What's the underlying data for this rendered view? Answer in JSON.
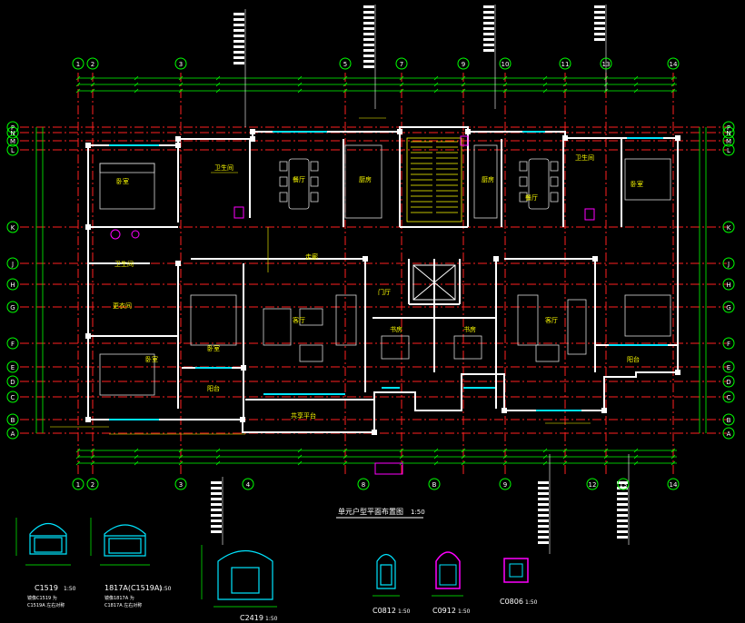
{
  "colors": {
    "background": "#000000",
    "axis_line": "#ff2020",
    "wall": "#ffffff",
    "dimension": "#00ff00",
    "window": "#00e5ff",
    "furniture": "#d8d8d8",
    "annotation": "#ffff00",
    "fixture": "#ff00ff",
    "axis_bubble": "#00ff00",
    "text": "#ffffff"
  },
  "drawing": {
    "title": "单元户型平面布置图",
    "scale": "1:50"
  },
  "grid": {
    "top_axes": [
      "1",
      "2",
      "3",
      "5",
      "7",
      "9",
      "10",
      "11",
      "13",
      "14"
    ],
    "bottom_axes": [
      "1",
      "2",
      "3",
      "4",
      "8",
      "B",
      "9",
      "12",
      "13",
      "14"
    ],
    "side_axes": [
      "P",
      "N",
      "M",
      "L",
      "K",
      "J",
      "H",
      "G",
      "F",
      "E",
      "D",
      "C",
      "B",
      "A"
    ]
  },
  "rooms": {
    "bedroom_1": "卧室",
    "bedroom_2": "卧室",
    "bedroom_3": "卧室",
    "bedroom_4": "卧室",
    "dining_left": "餐厅",
    "dining_right": "餐厅",
    "kitchen_left": "厨房",
    "kitchen_right": "厨房",
    "living_left": "客厅",
    "living_right": "客厅",
    "bath_left": "卫生间",
    "bath_mid": "卫生间",
    "bath_right": "卫生间",
    "balcony_left": "阳台",
    "balcony_right": "阳台",
    "study_left": "书房",
    "study_right": "书房",
    "closet": "更衣间",
    "shared_platform": "共享平台",
    "corridor": "走廊",
    "hall_mid": "门厅"
  },
  "windows": {
    "c1": {
      "code": "C1519",
      "scale": "1:50",
      "note": "镜像C1519 为",
      "note2": "C1519A 左右对称"
    },
    "c2": {
      "code": "1817A(C1519A)",
      "scale": "1:50",
      "note": "镜像1817A 为",
      "note2": "C1817A 左右对称"
    },
    "c3": {
      "code": "C2419",
      "scale": "1:50"
    },
    "c4": {
      "code": "C0812",
      "scale": "1:50"
    },
    "c5": {
      "code": "C0912",
      "scale": "1:50"
    },
    "c6": {
      "code": "C0806",
      "scale": "1:50"
    }
  }
}
